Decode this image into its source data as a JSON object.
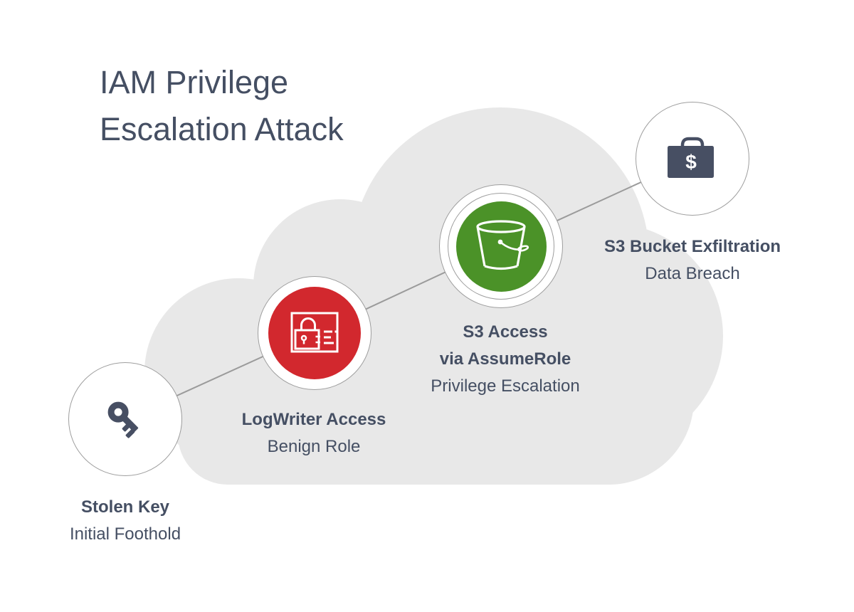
{
  "title": {
    "line1": "IAM Privilege",
    "line2": "Escalation Attack"
  },
  "colors": {
    "background": "#ffffff",
    "cloud": "#e8e8e8",
    "text": "#454f63",
    "icon_slate": "#474f63",
    "danger_red": "#d2282e",
    "success_green": "#4b9228",
    "circle_border": "#9e9e9e",
    "connector": "#9b9b9b"
  },
  "nodes": [
    {
      "icon": "key-icon",
      "title": "Stolen Key",
      "subtitle": "Initial Foothold"
    },
    {
      "icon": "credentials-card-lock-icon",
      "title": "LogWriter Access",
      "subtitle": "Benign Role"
    },
    {
      "icon": "s3-bucket-icon",
      "title_line1": "S3 Access",
      "title_line2": "via AssumeRole",
      "subtitle": "Privilege Escalation"
    },
    {
      "icon": "money-bag-icon",
      "title": "S3 Bucket Exfiltration",
      "subtitle": "Data Breach"
    }
  ]
}
